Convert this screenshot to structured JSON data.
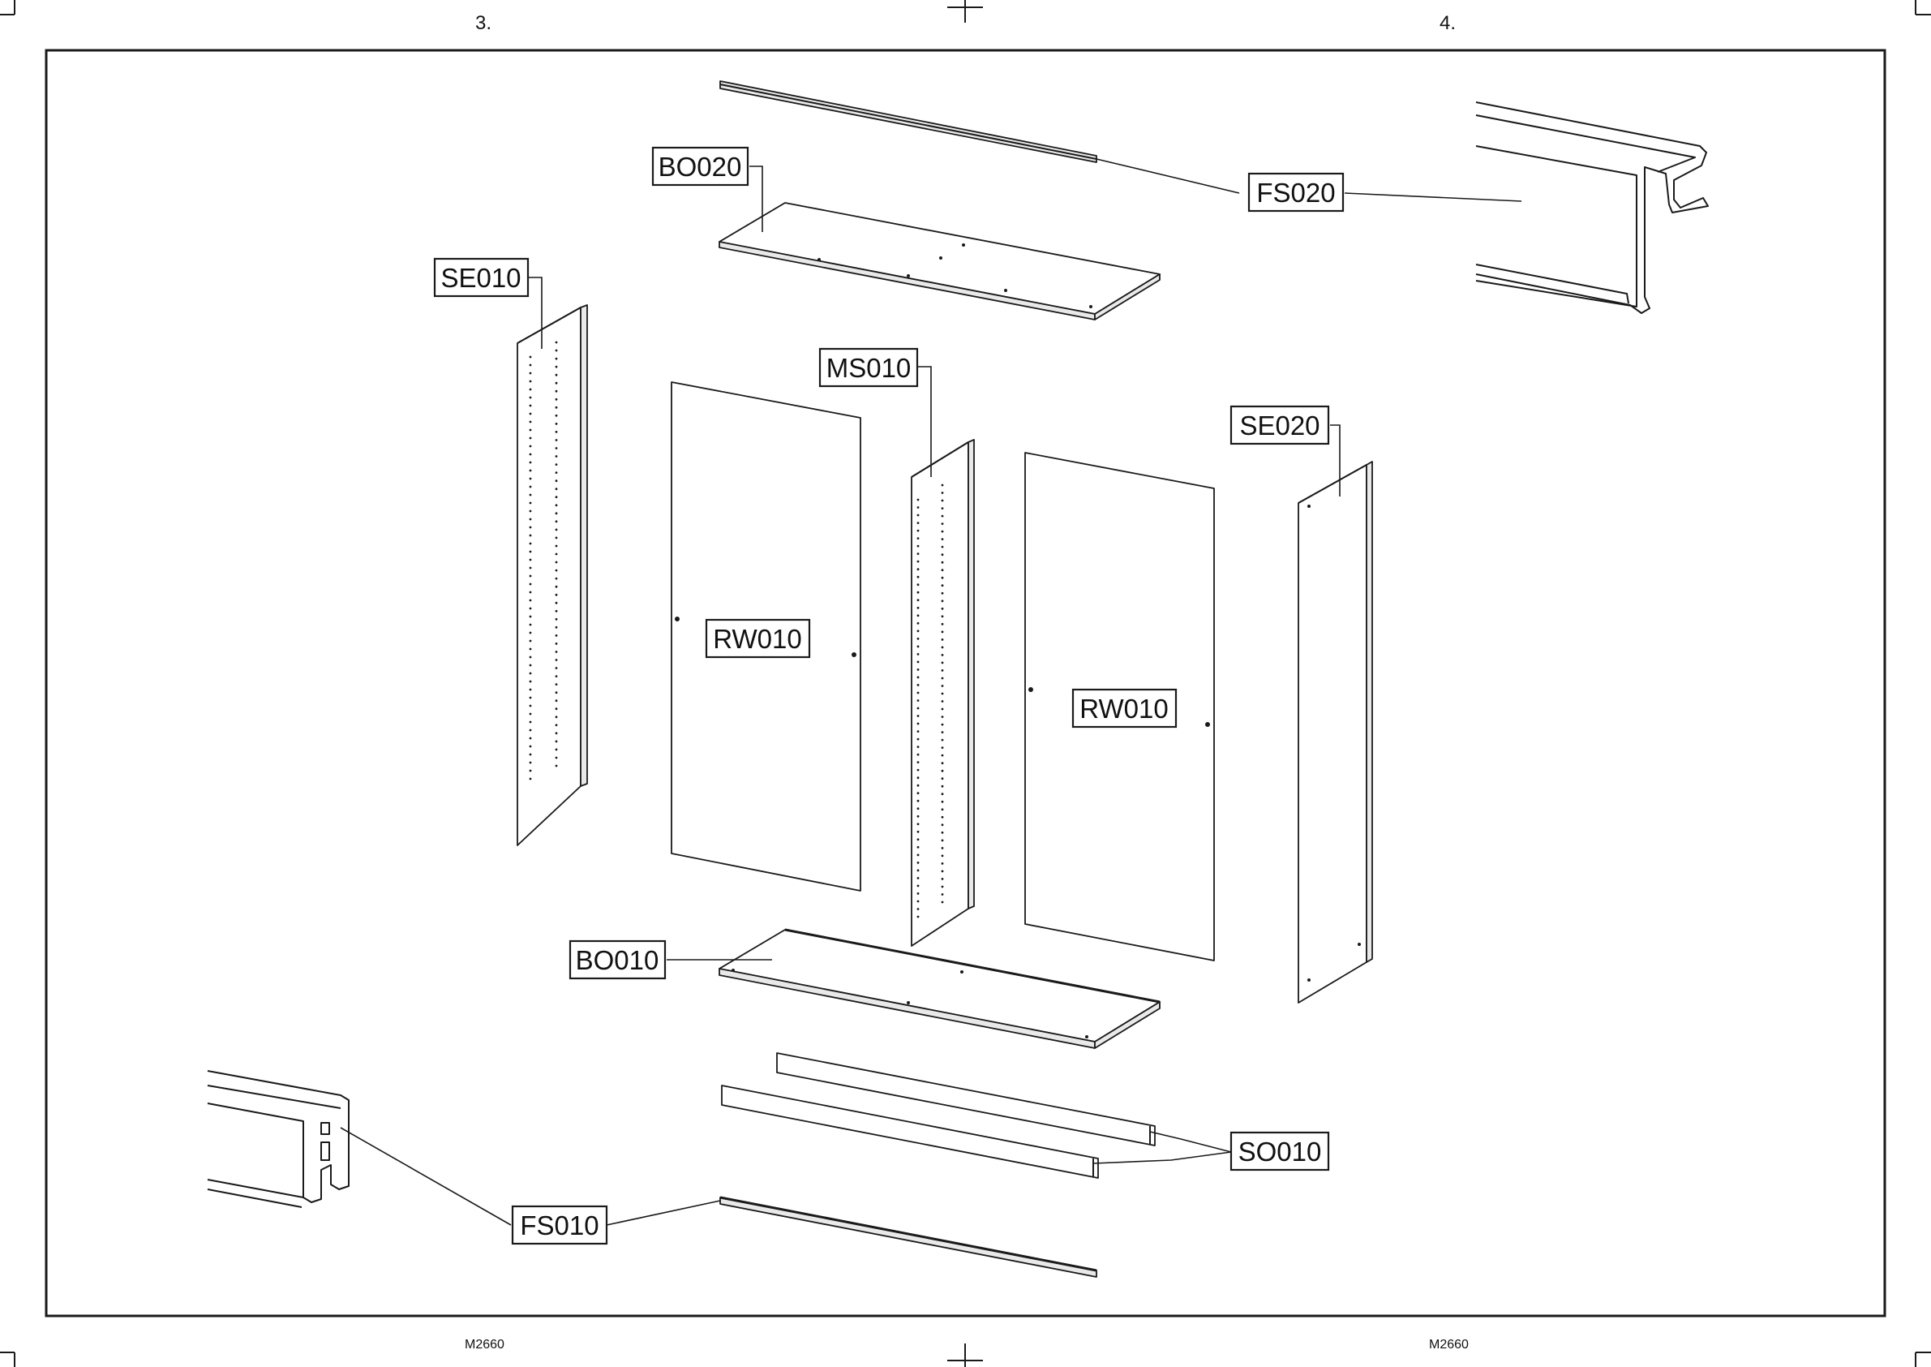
{
  "page_numbers": {
    "left": "3.",
    "right": "4."
  },
  "footer": {
    "left_code": "M2660",
    "right_code": "M2660"
  },
  "parts": {
    "fs020": "FS020",
    "bo020": "BO020",
    "se010": "SE010",
    "ms010": "MS010",
    "se020": "SE020",
    "rw010_left": "RW010",
    "rw010_right": "RW010",
    "bo010": "BO010",
    "so010": "SO010",
    "fs010": "FS010"
  }
}
